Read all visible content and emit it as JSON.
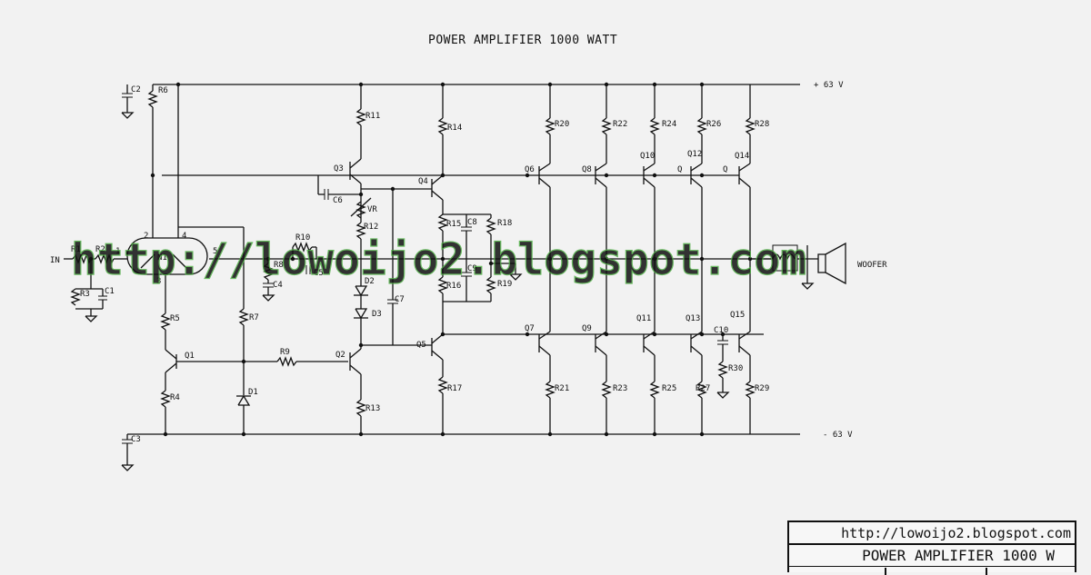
{
  "title": "POWER AMPLIFIER 1000 WATT",
  "rails": {
    "positive": "+ 63 V",
    "negative": "- 63 V"
  },
  "io": {
    "input": "IN",
    "output": "WOOFER"
  },
  "watermark": "http://lowoijo2.blogspot.com",
  "title_block": {
    "url": "http://lowoijo2.blogspot.com",
    "name": "POWER AMPLIFIER 1000 W"
  },
  "ic": {
    "name": "N1",
    "pins": [
      "1",
      "2",
      "3",
      "4",
      "5"
    ]
  },
  "components": {
    "resistors": [
      "R1",
      "R2",
      "R3",
      "R4",
      "R5",
      "R6",
      "R7",
      "R8",
      "R9",
      "R10",
      "R11",
      "R12",
      "R13",
      "R14",
      "R15",
      "R16",
      "R17",
      "R18",
      "R19",
      "R20",
      "R21",
      "R22",
      "R23",
      "R24",
      "R25",
      "R26",
      "R27",
      "R28",
      "R29",
      "R30"
    ],
    "capacitors": [
      "C1",
      "C2",
      "C3",
      "C4",
      "C5",
      "C6",
      "C7",
      "C8",
      "C9",
      "C10"
    ],
    "transistors": [
      "Q1",
      "Q2",
      "Q3",
      "Q4",
      "Q5",
      "Q6",
      "Q7",
      "Q8",
      "Q9",
      "Q10",
      "Q11",
      "Q12",
      "Q13",
      "Q14",
      "Q15",
      "Q",
      "Q"
    ],
    "diodes": [
      "D1",
      "D2",
      "D3"
    ],
    "trimmer": "VR"
  },
  "colors": {
    "ink": "#111111",
    "paper": "#f2f2f2",
    "watermark": "#8ee07c"
  }
}
